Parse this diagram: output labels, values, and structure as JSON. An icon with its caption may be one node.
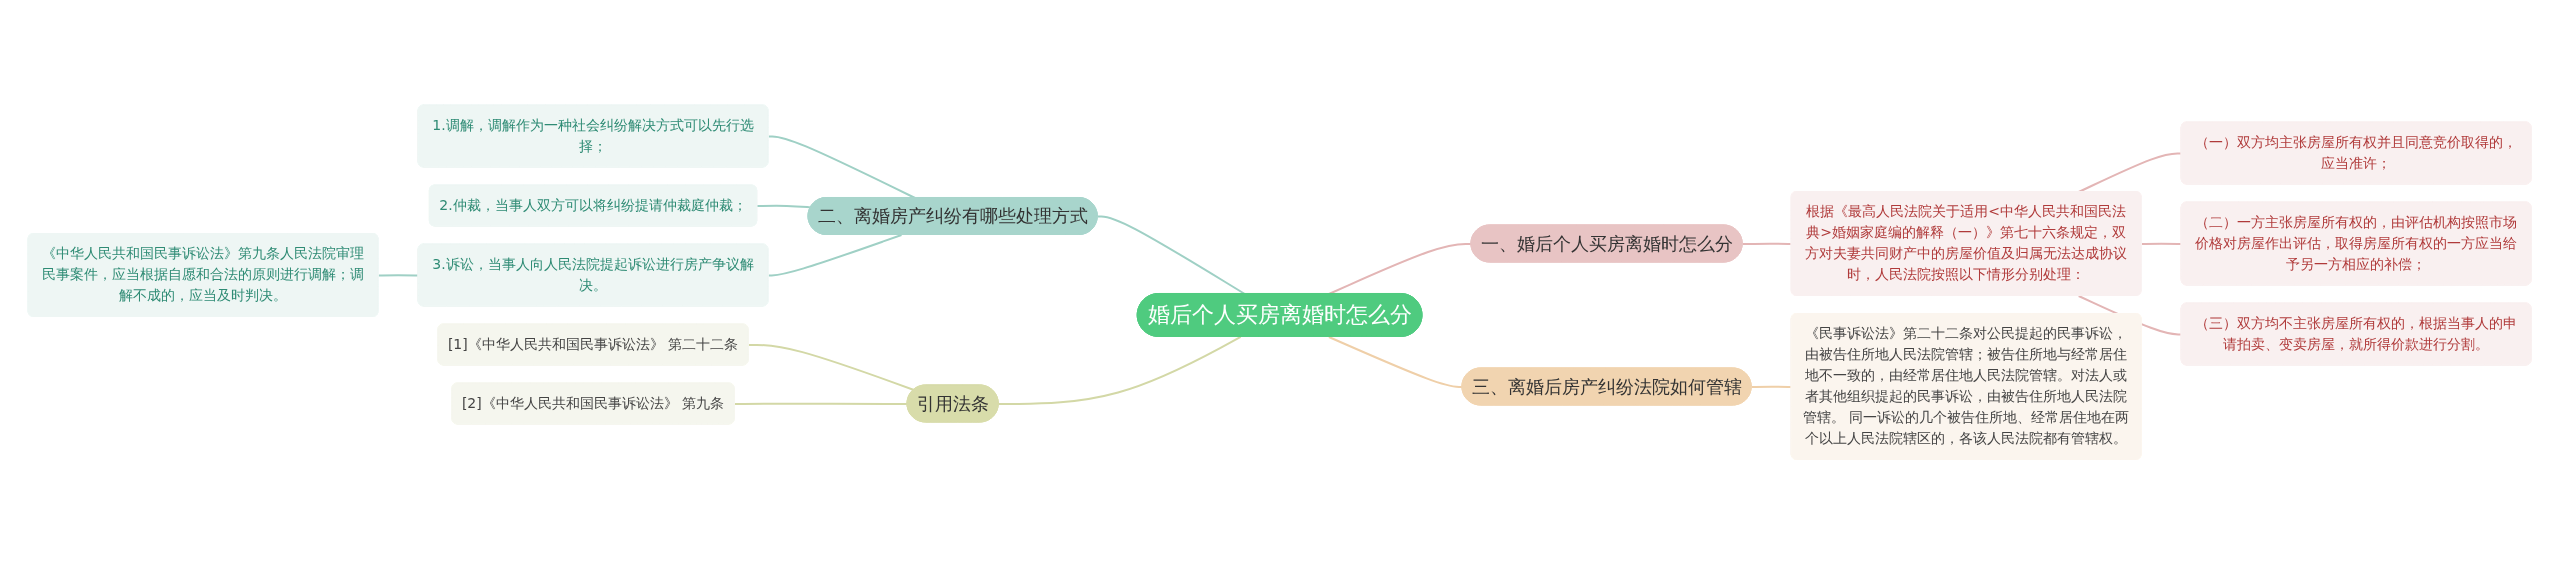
{
  "diagram": {
    "nodes": [
      {
        "text": [
          "婚后个人买房离婚时怎么分"
        ]
      },
      {
        "text": [
          "一、婚后个人买房离婚时怎么分"
        ]
      },
      {
        "text": [
          "根据《最高人民法院关于适用<中华人民共和国民法典>婚姻家庭编的解释（一）》第七十六条规定，双方对夫妻共同财产中的房屋价值及归属无法达成协议时，人民法院按照以下情形分别处理："
        ]
      },
      {
        "text": [
          "（一）双方均主张房屋所有权并且同意竞价取得的，应当准许；"
        ]
      },
      {
        "text": [
          "（二）一方主张房屋所有权的，由评估机构按照市场价格对房屋作出评估，取得房屋所有权的一方应当给予另一方相应的补偿；"
        ]
      },
      {
        "text": [
          "（三）双方均不主张房屋所有权的，根据当事人的申请拍卖、变卖房屋，就所得价款进行分割。"
        ]
      },
      {
        "text": [
          "二、离婚房产纠纷有哪些处理方式"
        ]
      },
      {
        "text": [
          "1.调解，调解作为一种社会纠纷解决方式可以先行选择；"
        ]
      },
      {
        "text": [
          "2.仲裁，当事人双方可以将纠纷提请仲裁庭仲裁；"
        ]
      },
      {
        "text": [
          "3.诉讼，当事人向人民法院提起诉讼进行房产争议解决。"
        ]
      },
      {
        "text": [
          "《中华人民共和国民事诉讼法》第九条人民法院审理民事案件，应当根据自愿和合法的原则进行调解；调解不成的，应当及时判决。"
        ]
      },
      {
        "text": [
          "三、离婚后房产纠纷法院如何管辖"
        ]
      },
      {
        "text": [
          "《民事诉讼法》第二十二条对公民提起的民事诉讼，由被告住所地人民法院管辖；被告住所地与经常居住地不一致的，由经常居住地人民法院管辖。对法人或者其他组织提起的民事诉讼，由被告住所地人民法院管辖。 同一诉讼的几个被告住所地、经常居住地在两个以上人民法院辖区的，各该人民法院都有管辖权。"
        ]
      },
      {
        "text": [
          "引用法条"
        ]
      },
      {
        "text": [
          "[1]《中华人民共和国民事诉讼法》 第二十二条"
        ]
      },
      {
        "text": [
          "[2]《中华人民共和国民事诉讼法》 第九条"
        ]
      }
    ],
    "edges": [
      {
        "from": 0,
        "to": 1,
        "arrow": "none",
        "color": "#e3b5b5"
      },
      {
        "from": 1,
        "to": 2,
        "arrow": "none",
        "color": "#e3b5b5"
      },
      {
        "from": 2,
        "to": 3,
        "arrow": "none",
        "color": "#e3b5b5"
      },
      {
        "from": 2,
        "to": 4,
        "arrow": "none",
        "color": "#e3b5b5"
      },
      {
        "from": 2,
        "to": 5,
        "arrow": "none",
        "color": "#e3b5b5"
      },
      {
        "from": 6,
        "to": 0,
        "arrow": "none",
        "color": "#9fd0c5"
      },
      {
        "from": 7,
        "to": 6,
        "arrow": "none",
        "color": "#9fd0c5"
      },
      {
        "from": 8,
        "to": 6,
        "arrow": "none",
        "color": "#9fd0c5"
      },
      {
        "from": 9,
        "to": 6,
        "arrow": "none",
        "color": "#9fd0c5"
      },
      {
        "from": 10,
        "to": 9,
        "arrow": "none",
        "color": "#9fd0c5"
      },
      {
        "from": 0,
        "to": 11,
        "arrow": "none",
        "color": "#efcfa8"
      },
      {
        "from": 11,
        "to": 12,
        "arrow": "none",
        "color": "#efcfa8"
      },
      {
        "from": 13,
        "to": 0,
        "arrow": "none",
        "color": "#d3d8a6"
      },
      {
        "from": 14,
        "to": 13,
        "arrow": "none",
        "color": "#d3d8a6"
      },
      {
        "from": 15,
        "to": 13,
        "arrow": "none",
        "color": "#d3d8a6"
      }
    ]
  }
}
